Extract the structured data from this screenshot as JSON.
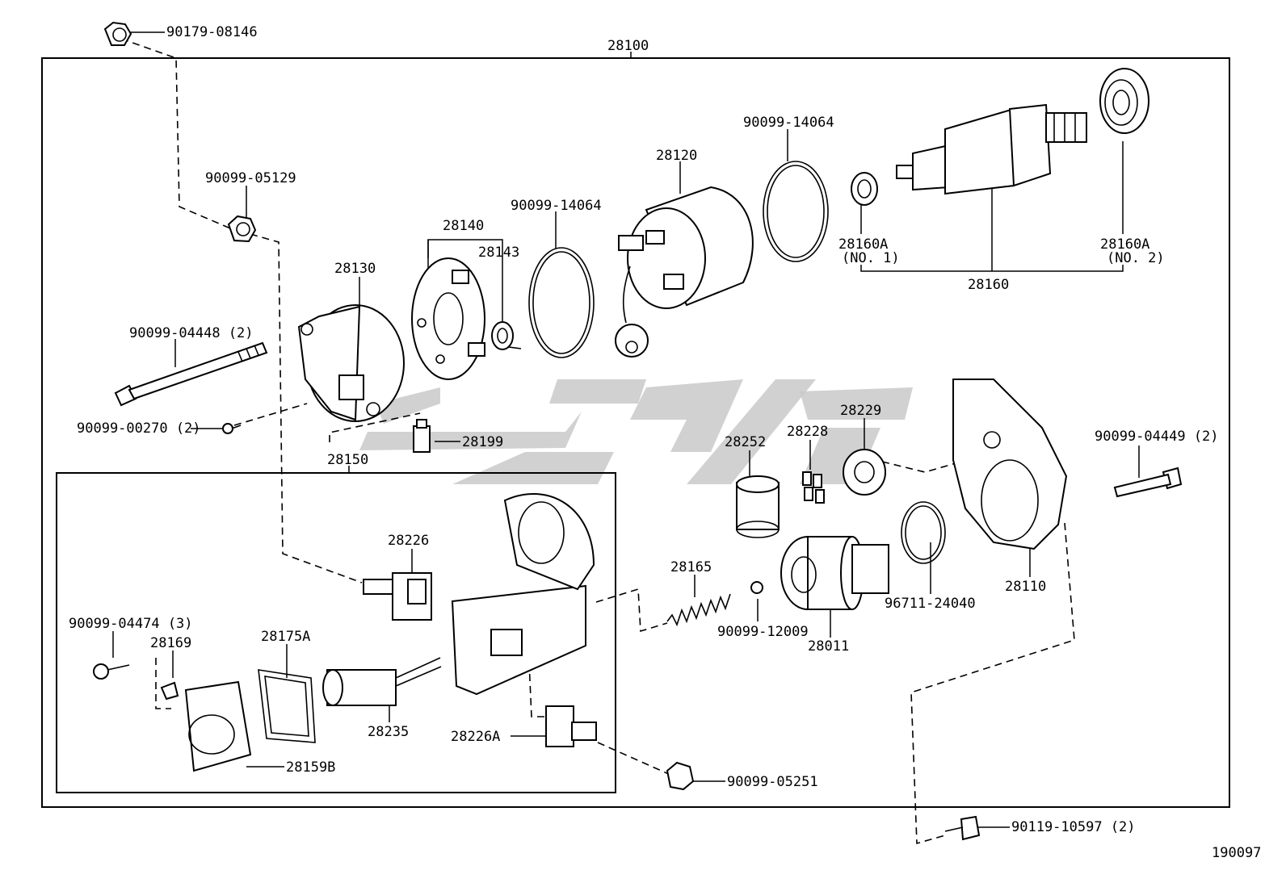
{
  "diagram_code": "190097",
  "assembly": {
    "main": "28100",
    "sub": "28150"
  },
  "labels": {
    "l90179_08146": "90179-08146",
    "l90099_05129": "90099-05129",
    "l90099_04448": "90099-04448 (2)",
    "l90099_00270": "90099-00270 (2)",
    "l28130": "28130",
    "l28140": "28140",
    "l28143": "28143",
    "l90099_14064a": "90099-14064",
    "l28120": "28120",
    "l90099_14064b": "90099-14064",
    "l28160a1": "28160A",
    "l28160a1n": "(NO. 1)",
    "l28160a2": "28160A",
    "l28160a2n": "(NO. 2)",
    "l28160": "28160",
    "l28199": "28199",
    "l28252": "28252",
    "l28228": "28228",
    "l28229": "28229",
    "l90099_04449": "90099-04449 (2)",
    "l28110": "28110",
    "l28226": "28226",
    "l28165": "28165",
    "l90099_12009": "90099-12009",
    "l28011": "28011",
    "l96711_24040": "96711-24040",
    "l90099_04474": "90099-04474 (3)",
    "l28169": "28169",
    "l28175a": "28175A",
    "l28235": "28235",
    "l28226a": "28226A",
    "l28159b": "28159B",
    "l90099_05251": "90099-05251",
    "l90119_10597": "90119-10597 (2)"
  },
  "colors": {
    "line": "#000000",
    "watermark": "#c9c9c9",
    "background": "#ffffff"
  }
}
